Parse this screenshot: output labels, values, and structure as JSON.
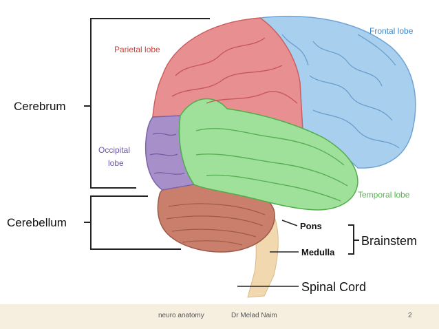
{
  "diagram": {
    "labels": {
      "cerebrum": "Cerebrum",
      "cerebellum": "Cerebellum",
      "parietal": "Parietal lobe",
      "frontal": "Frontal lobe",
      "occipital_line1": "Occipital",
      "occipital_line2": "lobe",
      "temporal": "Temporal lobe",
      "pons": "Pons",
      "medulla": "Medulla",
      "brainstem": "Brainstem",
      "spinal_cord": "Spinal Cord"
    },
    "colors": {
      "parietal": "#e88f92",
      "frontal": "#a9cfee",
      "occipital": "#a78fc9",
      "temporal": "#9fe09a",
      "cerebellum": "#c97f6b",
      "brainstem": "#f1d8ae",
      "parietal_text": "#c9453f",
      "frontal_text": "#3a84c9",
      "occipital_text": "#6d55a8",
      "temporal_text": "#52b54b"
    }
  },
  "footer": {
    "course": "neuro anatomy",
    "author": "Dr Melad Naim",
    "page": "2"
  }
}
